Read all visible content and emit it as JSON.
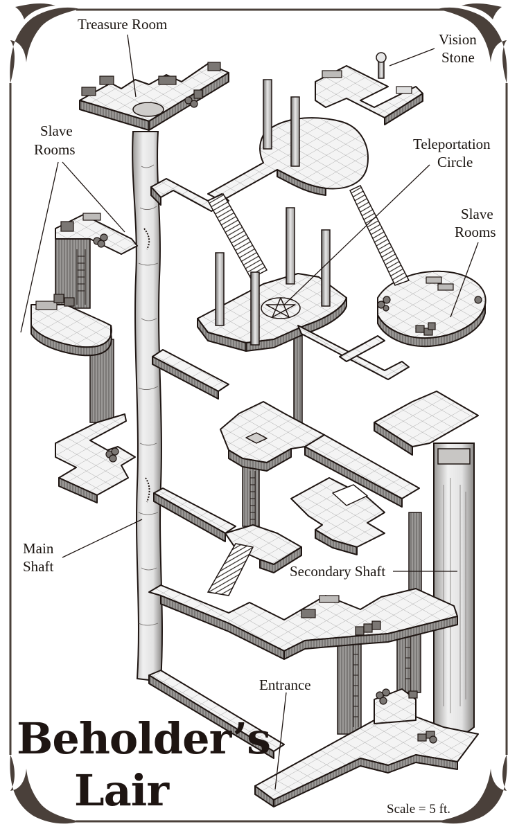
{
  "map": {
    "title_line1": "Beholder’s",
    "title_line2": "Lair",
    "scale_text": "Scale = 5 ft.",
    "colors": {
      "frame": "#4a403a",
      "ink": "#1e1512",
      "floor": "#f2f2f2",
      "wall": "#8c8a88",
      "shadow": "#b9b7b5",
      "background": "#ffffff"
    }
  },
  "labels": [
    {
      "id": "treasure-room",
      "text": "Treasure Room"
    },
    {
      "id": "vision-stone-1",
      "text": "Vision"
    },
    {
      "id": "vision-stone-2",
      "text": "Stone"
    },
    {
      "id": "slave-rooms-left-1",
      "text": "Slave"
    },
    {
      "id": "slave-rooms-left-2",
      "text": "Rooms"
    },
    {
      "id": "teleportation-circle-1",
      "text": "Teleportation"
    },
    {
      "id": "teleportation-circle-2",
      "text": "Circle"
    },
    {
      "id": "slave-rooms-right-1",
      "text": "Slave"
    },
    {
      "id": "slave-rooms-right-2",
      "text": "Rooms"
    },
    {
      "id": "main-shaft-1",
      "text": "Main"
    },
    {
      "id": "main-shaft-2",
      "text": "Shaft"
    },
    {
      "id": "secondary-shaft",
      "text": "Secondary Shaft"
    },
    {
      "id": "entrance",
      "text": "Entrance"
    }
  ]
}
